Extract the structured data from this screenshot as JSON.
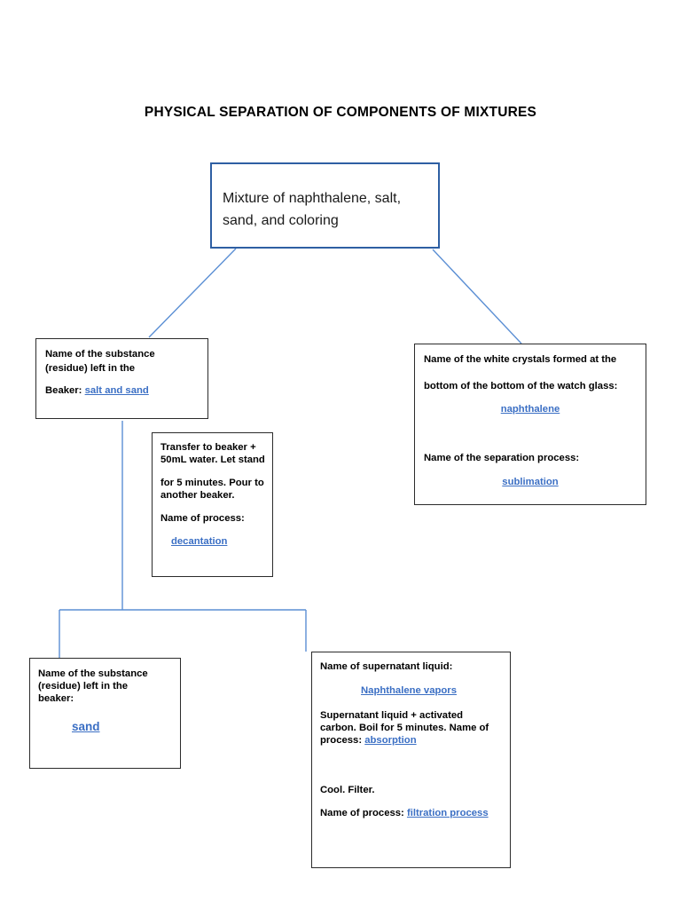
{
  "page": {
    "title": "PHYSICAL SEPARATION OF COMPONENTS OF MIXTURES",
    "link_color": "#3b6fc4",
    "box_border_color": "#2b2b2b",
    "root_border_color": "#2E5FA3",
    "connector_color": "#5b8fd4",
    "background": "#ffffff"
  },
  "nodes": {
    "mixture": {
      "line1": "Mixture of naphthalene, salt,",
      "line2": "sand, and coloring"
    },
    "residue": {
      "line1": "Name of the substance",
      "line2": "(residue) left in the",
      "line3_label": "Beaker:",
      "line3_answer": "salt and sand"
    },
    "crystals": {
      "line1": "Name of the white crystals formed at the",
      "line2": "bottom of the bottom of the watch glass:",
      "answer1": "naphthalene",
      "line3": "Name of the separation process:",
      "answer2": "sublimation"
    },
    "decantation": {
      "line1": "Transfer to beaker +",
      "line2": "50mL water. Let stand",
      "line3": "for 5 minutes. Pour to",
      "line4": "another beaker.",
      "line5": "Name of process:",
      "answer": "decantation"
    },
    "sand": {
      "line1": "Name of the substance",
      "line2": "(residue) left in the",
      "line3": "beaker:",
      "answer": "sand"
    },
    "supernatant": {
      "line1": "Name of supernatant liquid:",
      "answer1": "Naphthalene vapors",
      "line2": "Supernatant liquid + activated",
      "line3": "carbon. Boil for 5 minutes. Name of",
      "line4_label": "process:",
      "answer2": "absorption",
      "line5": "Cool. Filter.",
      "line6_label": "Name of process:",
      "answer3": "filtration process"
    }
  }
}
